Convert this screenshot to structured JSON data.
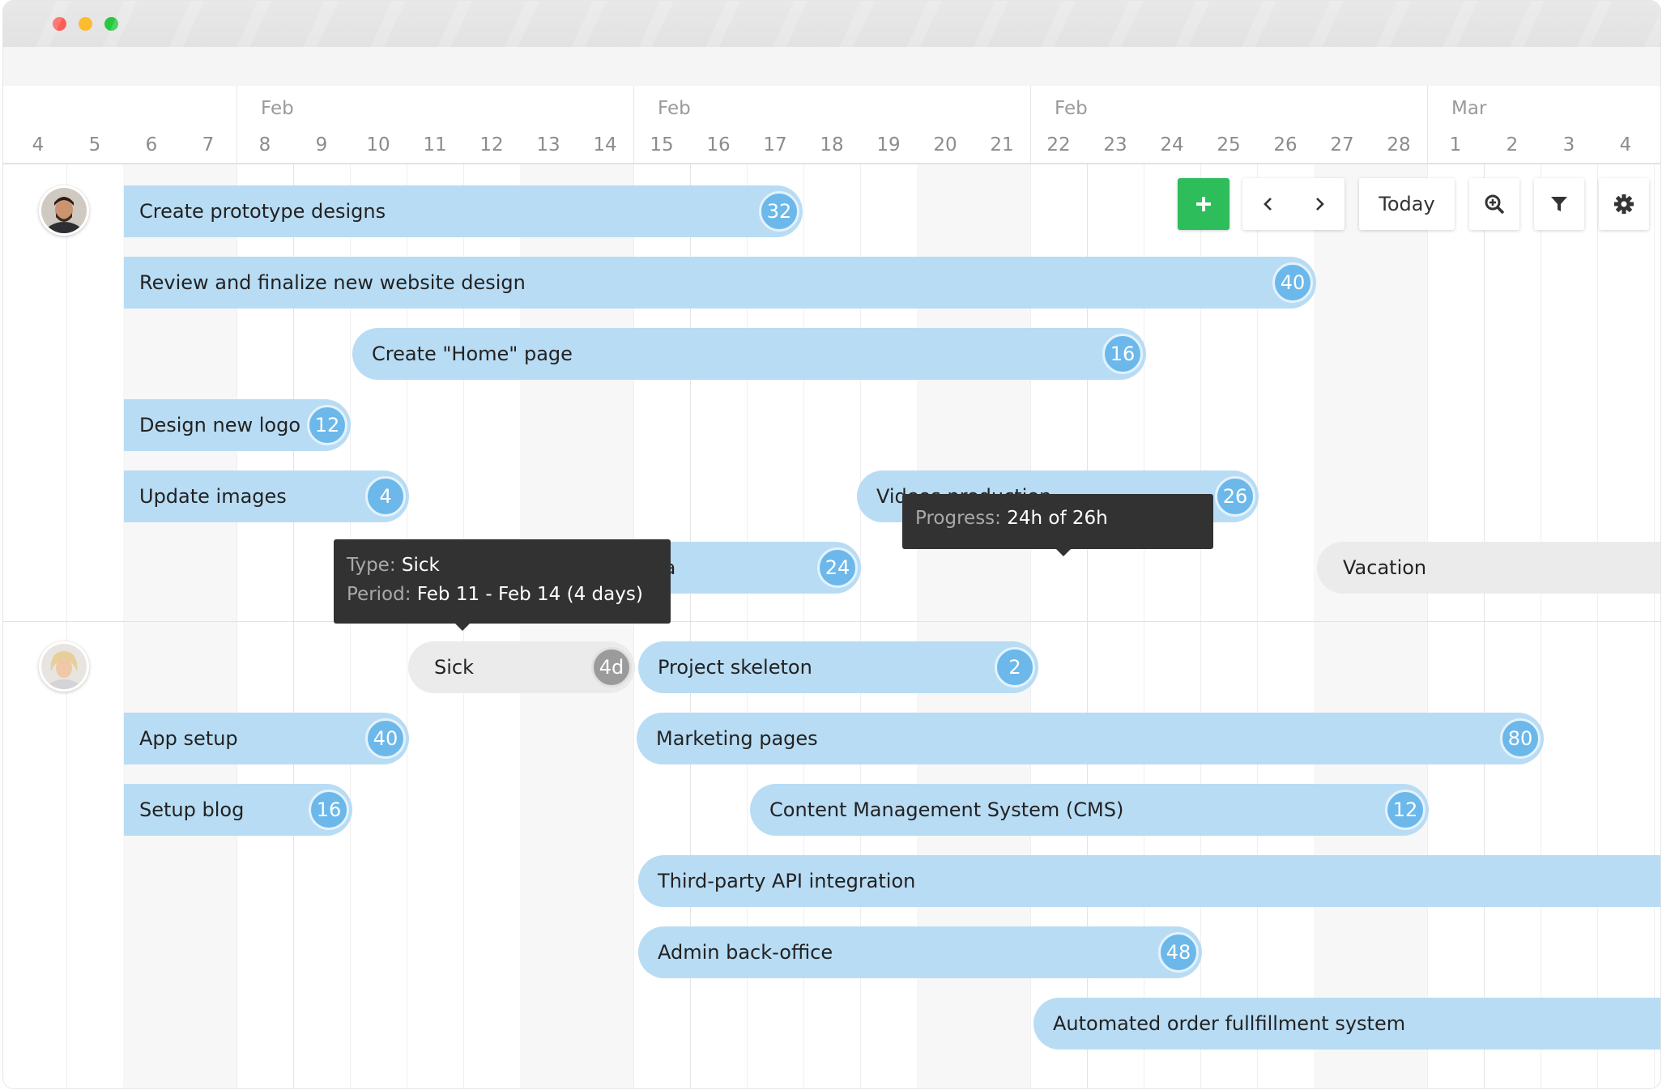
{
  "window": {
    "controls": [
      "close",
      "minimize",
      "zoom"
    ]
  },
  "timeline": {
    "months": [
      "Feb",
      "Feb",
      "Feb",
      "Mar"
    ],
    "days": [
      "4",
      "5",
      "6",
      "7",
      "8",
      "9",
      "10",
      "11",
      "12",
      "13",
      "14",
      "15",
      "16",
      "17",
      "18",
      "19",
      "20",
      "21",
      "22",
      "23",
      "24",
      "25",
      "26",
      "27",
      "28",
      "1",
      "2",
      "3",
      "4"
    ]
  },
  "toolbar": {
    "add_icon": "plus-icon",
    "prev_icon": "chevron-left-icon",
    "next_icon": "chevron-right-icon",
    "today_label": "Today",
    "zoom_icon": "zoom-in-icon",
    "filter_icon": "filter-icon",
    "settings_icon": "gear-icon",
    "add_color": "#2ebd5b"
  },
  "resources": [
    {
      "avatar": "man-avatar",
      "tasks": [
        {
          "label": "Create prototype designs",
          "hours": "32"
        },
        {
          "label": "Review and finalize new website design",
          "hours": "40"
        },
        {
          "label": "Create \"Home\" page",
          "hours": "16"
        },
        {
          "label": "Design new logo",
          "hours": "12"
        },
        {
          "label": "Update images",
          "hours": "4"
        },
        {
          "label": "Videos production",
          "hours": "26"
        },
        {
          "label": "Prepare assets for Social Media",
          "hours": "24"
        },
        {
          "label": "Vacation",
          "hours": ""
        }
      ]
    },
    {
      "avatar": "woman-avatar",
      "tasks": [
        {
          "label": "Sick",
          "hours": "4d"
        },
        {
          "label": "Project skeleton",
          "hours": "2"
        },
        {
          "label": "App setup",
          "hours": "40"
        },
        {
          "label": "Marketing pages",
          "hours": "80"
        },
        {
          "label": "Setup blog",
          "hours": "16"
        },
        {
          "label": "Content Management System (CMS)",
          "hours": "12"
        },
        {
          "label": "Third-party API integration",
          "hours": ""
        },
        {
          "label": "Admin back-office",
          "hours": "48"
        },
        {
          "label": "Automated order fullfillment system",
          "hours": ""
        }
      ]
    }
  ],
  "tooltips": {
    "progress": {
      "key": "Progress: ",
      "value": "24h of 26h"
    },
    "absence": {
      "type_key": "Type: ",
      "type_value": "Sick",
      "period_key": "Period: ",
      "period_value": "Feb 11 - Feb 14  (4 days)"
    }
  },
  "colors": {
    "task_bar": "#b8dcf4",
    "badge": "#6cb8ea",
    "absence_bar": "#ebebeb",
    "tooltip_bg": "#323232"
  }
}
